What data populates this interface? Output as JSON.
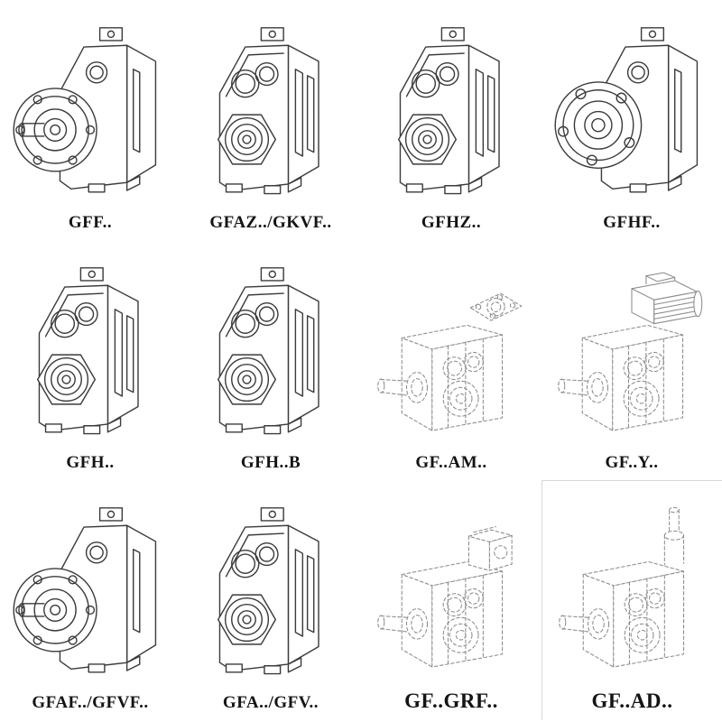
{
  "page": {
    "background": "#ffffff",
    "description": "Catalog sheet of parallel shaft helical gearbox variants"
  },
  "catalog": {
    "items": [
      {
        "label": "GFF..",
        "symbol": "#sym-flange-shaft",
        "drawing": "gearbox-flange-output-shaft-view"
      },
      {
        "label": "GFAZ../GKVF..",
        "symbol": "#sym-face",
        "drawing": "gearbox-bearing-face-view"
      },
      {
        "label": "GFHZ..",
        "symbol": "#sym-face",
        "drawing": "gearbox-hollow-shaft-view"
      },
      {
        "label": "GFHF..",
        "symbol": "#sym-flange-plain",
        "drawing": "gearbox-flange-hollow-shaft-view"
      },
      {
        "label": "GFH..",
        "symbol": "#sym-face",
        "drawing": "gearbox-hollow-shaft-view"
      },
      {
        "label": "GFH..B",
        "symbol": "#sym-face",
        "drawing": "gearbox-hollow-shaft-foot-view"
      },
      {
        "label": "GF..AM..",
        "symbol": "#sym-dash-am",
        "drawing": "gearbox-iec-adapter-dashed-view"
      },
      {
        "label": "GF..Y..",
        "symbol": "#sym-dash-motor",
        "drawing": "gearbox-with-motor-dashed-view"
      },
      {
        "label": "GFAF../GFVF..",
        "symbol": "#sym-flange-shaft",
        "drawing": "gearbox-flange-output-shaft-view"
      },
      {
        "label": "GFA../GFV..",
        "symbol": "#sym-face",
        "drawing": "gearbox-bearing-face-view"
      },
      {
        "label": "GF..GRF..",
        "symbol": "#sym-dash-grf",
        "drawing": "gearbox-input-adapter-dashed-view"
      },
      {
        "label": "GF..AD..",
        "symbol": "#sym-dash-ad",
        "drawing": "gearbox-input-shaft-dashed-view"
      }
    ]
  }
}
